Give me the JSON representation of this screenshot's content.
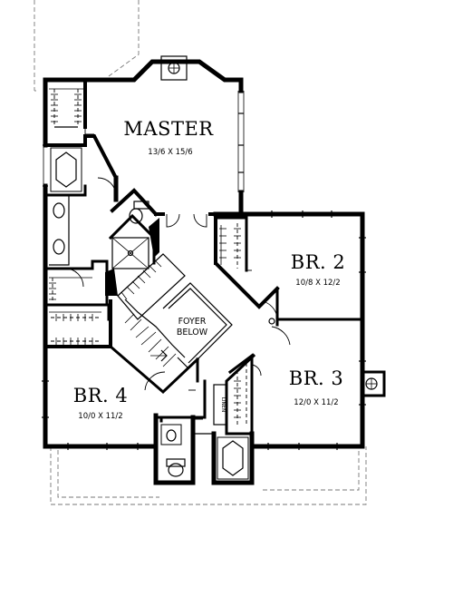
{
  "rooms": {
    "master": {
      "name": "MASTER",
      "dims": "13/6  X  15/6"
    },
    "br2": {
      "name": "BR. 2",
      "dims": "10/8  X  12/2"
    },
    "br3": {
      "name": "BR. 3",
      "dims": "12/0  X  11/2"
    },
    "br4": {
      "name": "BR. 4",
      "dims": "10/0  X  11/2"
    }
  },
  "labels": {
    "foyer_line1": "FOYER",
    "foyer_line2": "BELOW",
    "linen": "LINEN"
  }
}
